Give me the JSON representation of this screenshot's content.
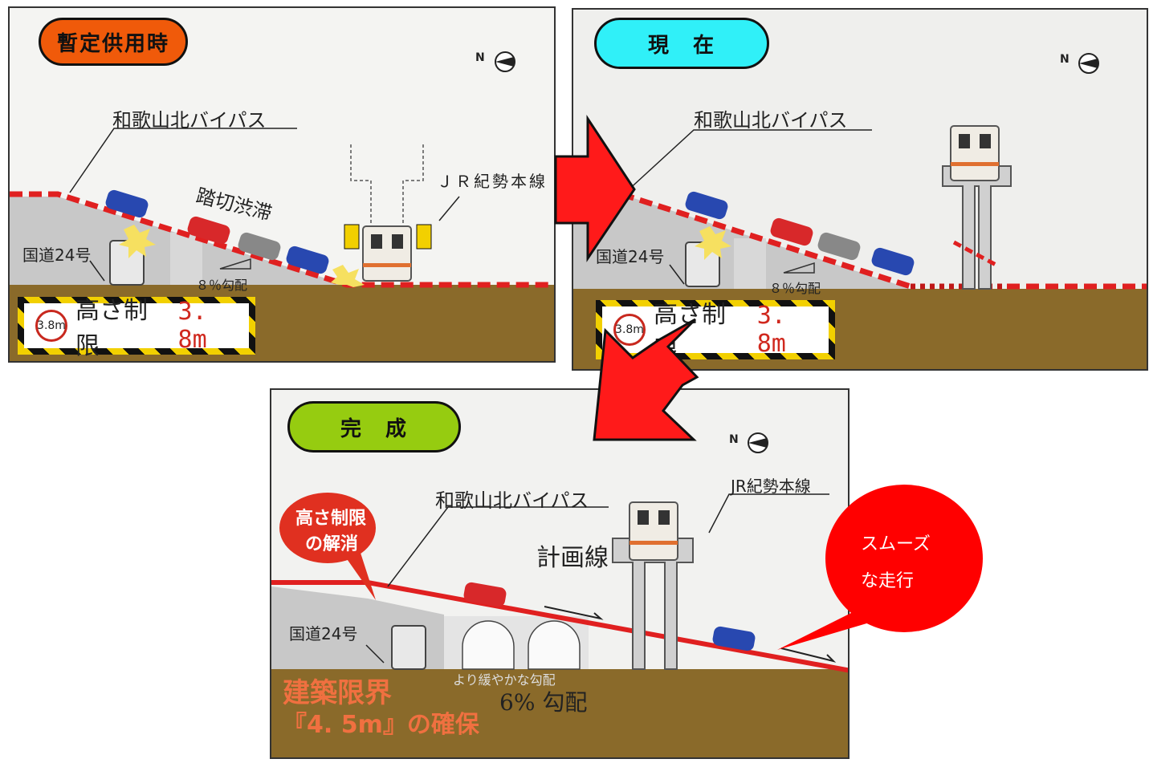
{
  "panels": [
    {
      "badge": "暫定供用時",
      "badge_color": "#f05a0a",
      "north": "N",
      "road_name": "和歌山北バイパス",
      "congestion": "踏切渋滞",
      "railway": "ＪＲ紀勢本線",
      "route": "国道24号",
      "grade": "８％勾配",
      "sign_circle": "3.8m",
      "sign_text": "高さ制限",
      "sign_value": "3. 8m"
    },
    {
      "badge": "現　在",
      "badge_color": "#30f0f8",
      "north": "N",
      "road_name": "和歌山北バイパス",
      "route": "国道24号",
      "grade": "８％勾配",
      "sign_circle": "3.8m",
      "sign_text": "高さ制限",
      "sign_value": "3. 8m"
    },
    {
      "badge": "完　成",
      "badge_color": "#96cc10",
      "north": "N",
      "road_name": "和歌山北バイパス",
      "railway": "JR紀勢本線",
      "plan": "計画線",
      "height_release": [
        "高さ制限",
        "の解消"
      ],
      "route": "国道24号",
      "clearance": [
        "建築限界",
        "『4. 5m』の確保"
      ],
      "gentle": "より緩やかな勾配",
      "grade": "6% 勾配",
      "smooth": [
        "スムーズ",
        "な走行"
      ]
    }
  ],
  "colors": {
    "road_red": "#e02020",
    "arrow_red": "#ff1a1a",
    "ground": "#8a6a2a"
  }
}
